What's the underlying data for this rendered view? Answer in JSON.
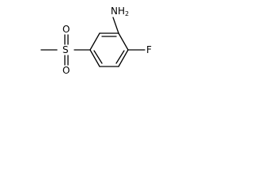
{
  "molecule": {
    "atoms": {
      "amine": {
        "symbol": "NH",
        "subscript": "2"
      },
      "fluorine": {
        "symbol": "F"
      },
      "sulfur": {
        "symbol": "S"
      },
      "sulfonyl_oxygen_top": {
        "symbol": "O"
      },
      "sulfonyl_oxygen_bottom": {
        "symbol": "O"
      }
    }
  },
  "colors": {
    "bond": "#000000",
    "label": "#000000",
    "background": "#ffffff"
  }
}
